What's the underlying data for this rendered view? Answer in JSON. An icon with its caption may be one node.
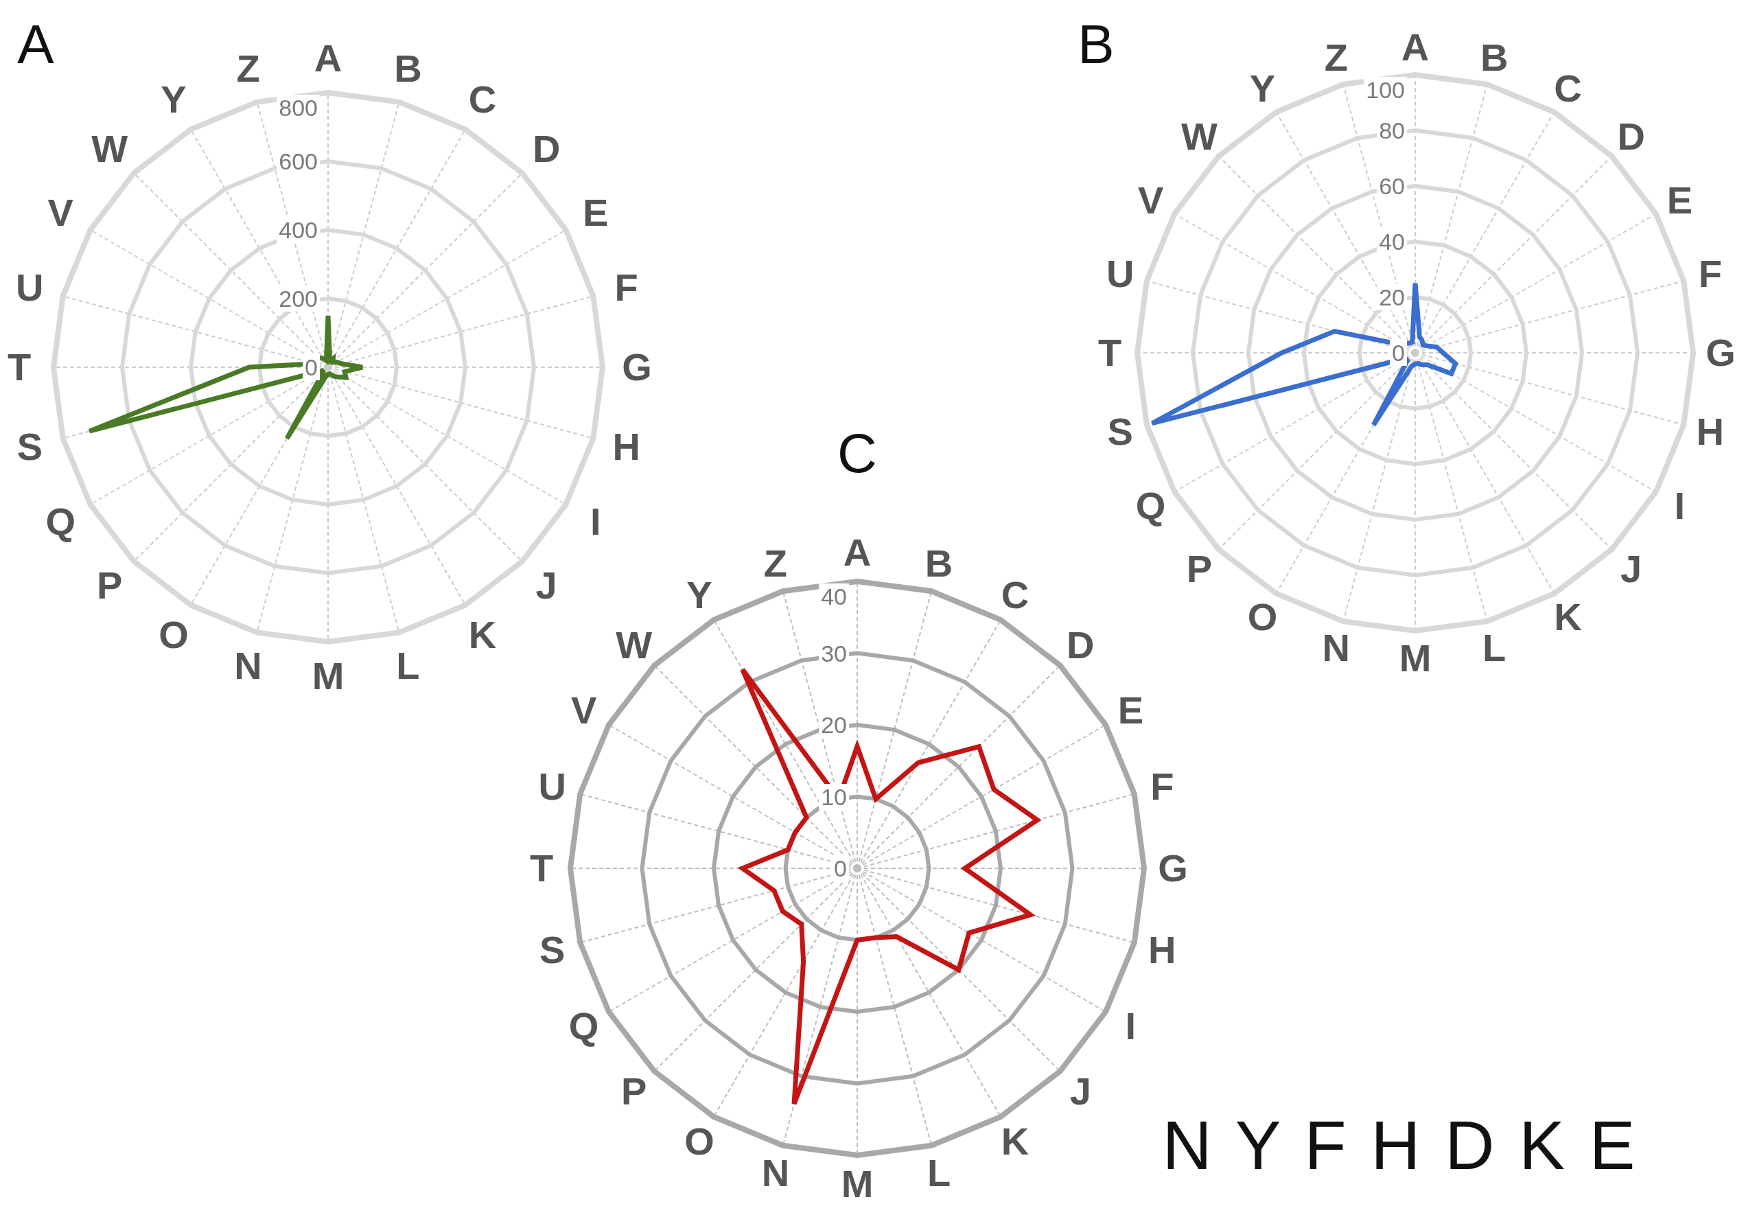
{
  "diagram": {
    "labels": [
      "A",
      "A",
      "B",
      "C",
      "D",
      "E",
      "F",
      "G",
      "H",
      "I",
      "J",
      "K",
      "L",
      "M",
      "N",
      "O",
      "P",
      "Q",
      "S",
      "T",
      "U",
      "V",
      "W",
      "Y",
      "Z",
      "800",
      "600",
      "400",
      "200",
      "0",
      "B",
      "A",
      "B",
      "C",
      "D",
      "E",
      "F",
      "G",
      "H",
      "I",
      "J",
      "K",
      "L",
      "M",
      "N",
      "O",
      "P",
      "Q",
      "S",
      "T",
      "U",
      "V",
      "W",
      "Y",
      "Z",
      "100",
      "80",
      "60",
      "40",
      "20",
      "0",
      "C",
      "A",
      "B",
      "C",
      "D",
      "E",
      "F",
      "G",
      "H",
      "I",
      "J",
      "K",
      "L",
      "M",
      "N",
      "O",
      "P",
      "Q",
      "S",
      "T",
      "U",
      "V",
      "W",
      "Y",
      "Z",
      "40",
      "30",
      "20",
      "10",
      "0",
      "N Y F H D K E"
    ]
  }
}
